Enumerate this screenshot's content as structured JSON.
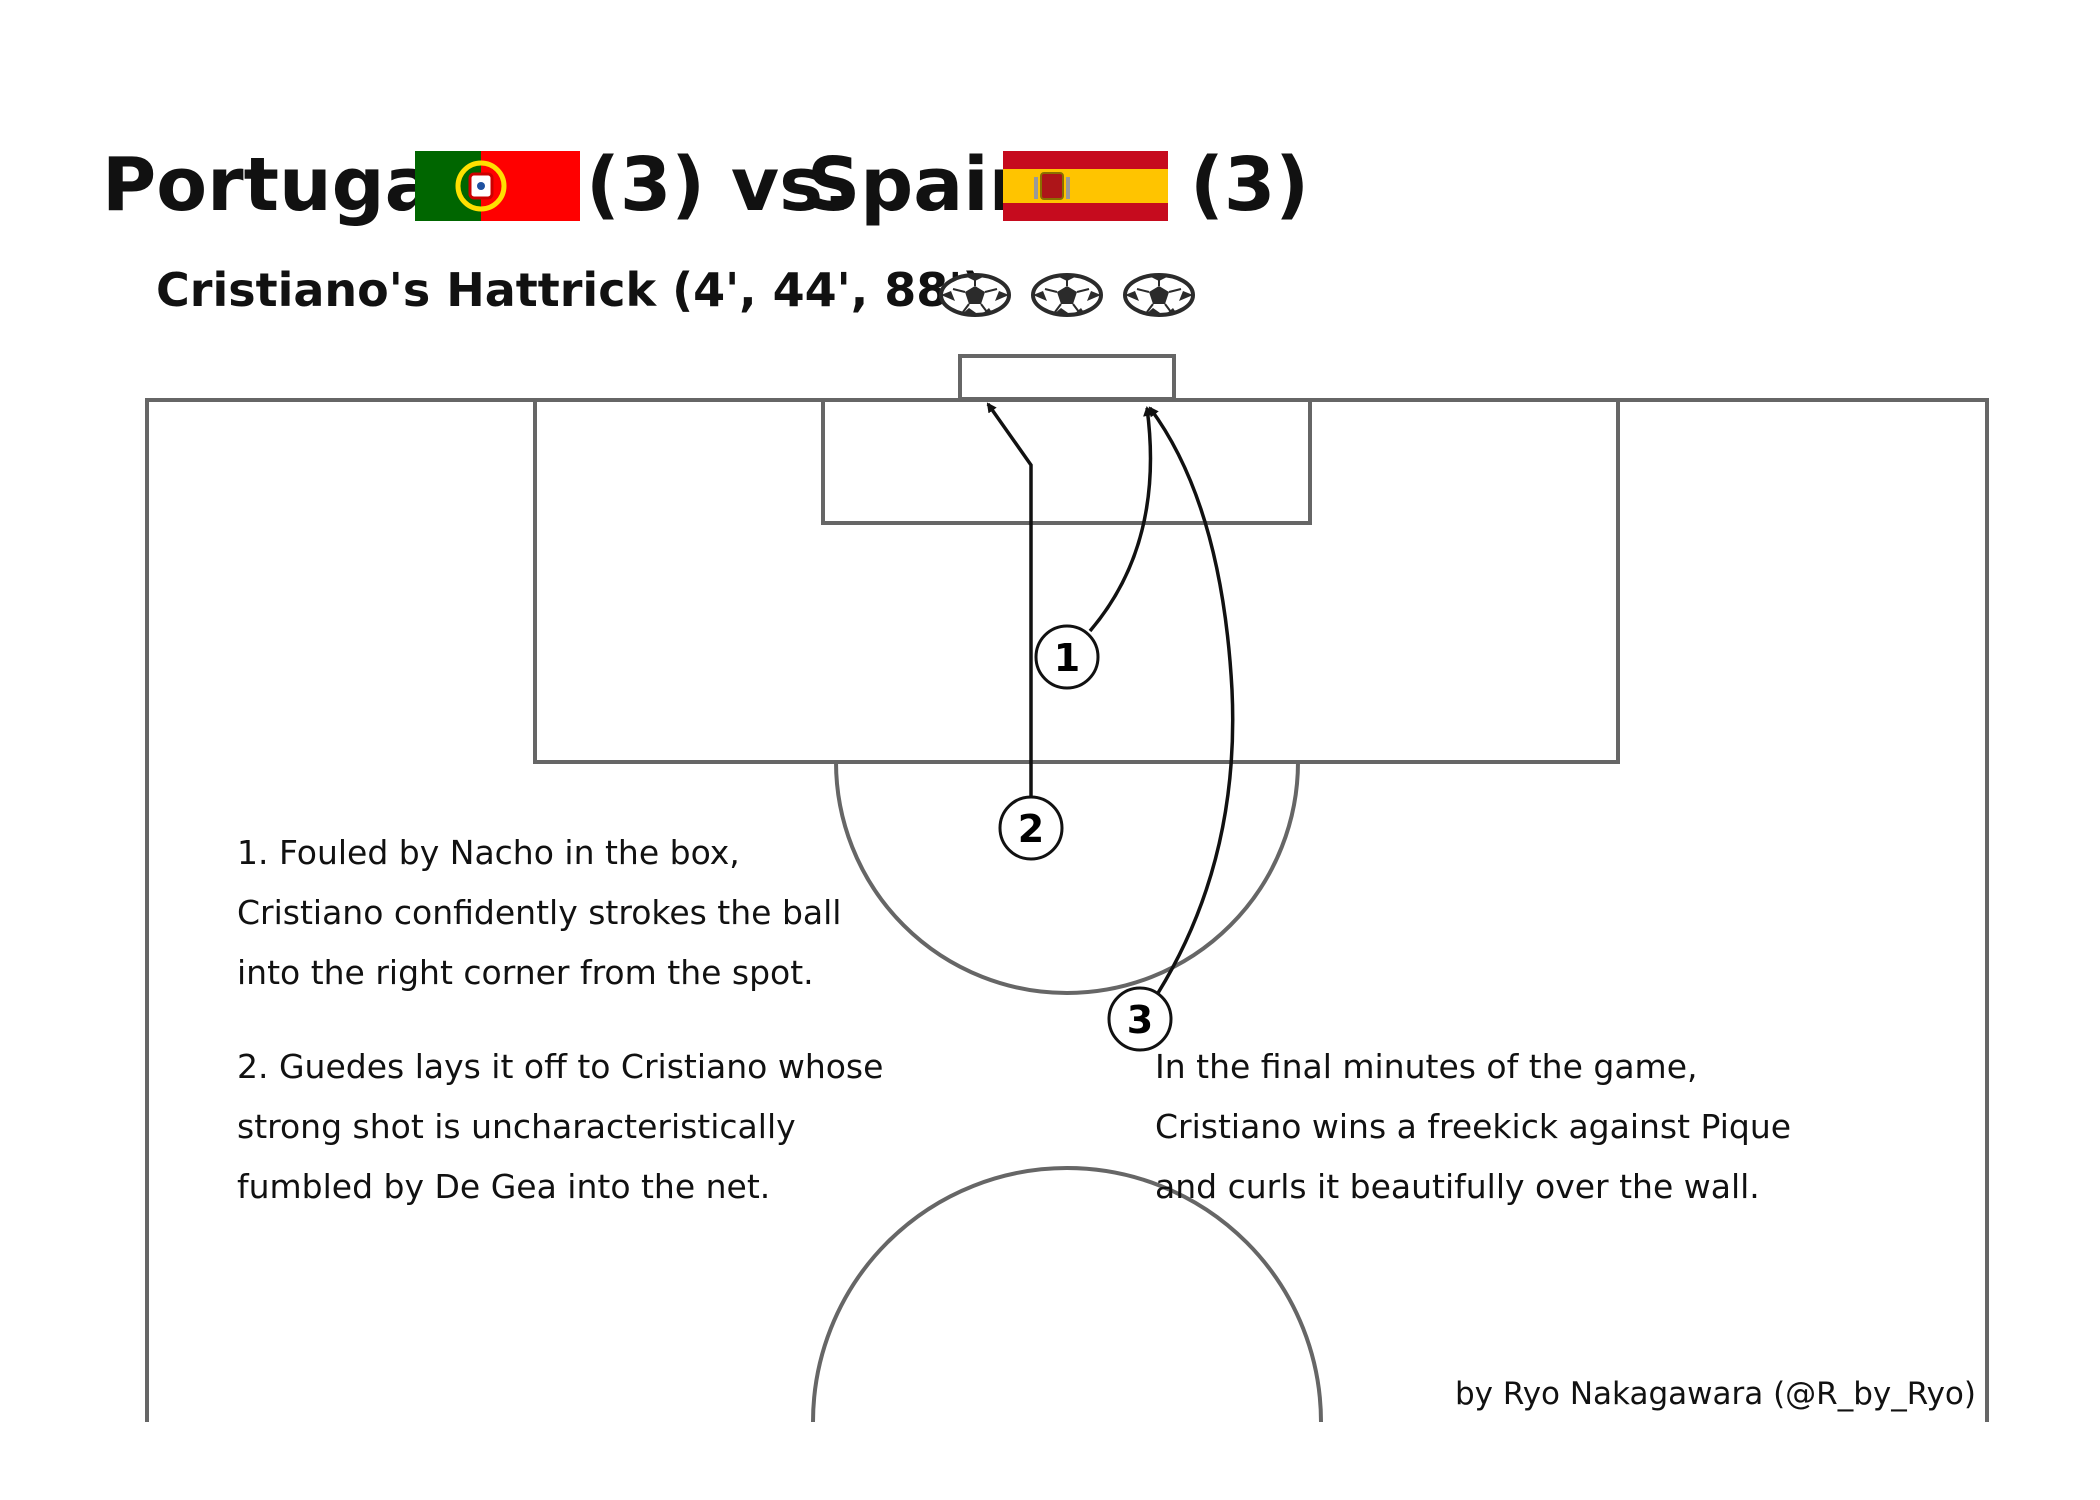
{
  "title": {
    "team1": "Portugal",
    "team1_score": "(3) vs.",
    "team2": "Spain",
    "team2_score": "(3)"
  },
  "subtitle": "Cristiano's Hattrick (4', 44', 88')",
  "goal_markers": [
    "1",
    "2",
    "3"
  ],
  "notes": {
    "goal1": [
      "1. Fouled by Nacho in the box,",
      "Cristiano confidently strokes the ball",
      "into the right corner from the spot."
    ],
    "goal2": [
      "2. Guedes lays it off to Cristiano whose",
      "strong shot is uncharacteristically",
      "fumbled by De Gea into the net."
    ],
    "goal3": [
      "In the final minutes of the game,",
      "Cristiano wins a freekick against Pique",
      "and curls it beautifully over the wall."
    ]
  },
  "credit": "by Ryo Nakagawara (@R_by_Ryo)",
  "colors": {
    "pitch_lines": "#666666",
    "portugal_green": "#006600",
    "portugal_red": "#ff0000",
    "spain_red": "#c60b1e",
    "spain_yellow": "#ffc400"
  },
  "icons": [
    "portugal-flag",
    "spain-flag",
    "soccer-ball-icon"
  ]
}
